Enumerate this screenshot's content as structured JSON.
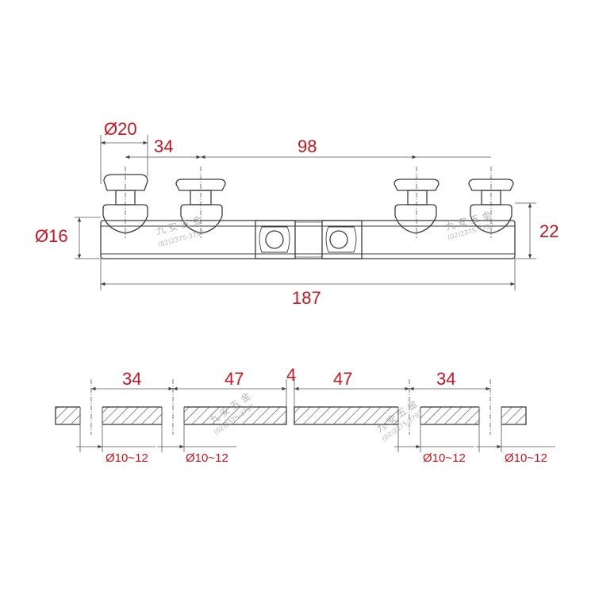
{
  "top_view": {
    "dim_knob_diameter": "Ø20",
    "dim_knob_spacing": "34",
    "dim_inner_spacing": "98",
    "dim_bar_diameter": "Ø16",
    "dim_height": "22",
    "dim_total_length": "187"
  },
  "bottom_view": {
    "dim_left_outer": "34",
    "dim_left_inner": "47",
    "dim_gap": "4",
    "dim_right_inner": "47",
    "dim_right_outer": "34",
    "hole_1": "Ø10~12",
    "hole_2": "Ø10~12",
    "hole_3": "Ø10~12",
    "hole_4": "Ø10~12"
  },
  "watermark": {
    "name": "九 安 五 金",
    "phone": "(02)2375-3797"
  },
  "colors": {
    "dimension_text": "#c8141e",
    "line": "#3c3c3c"
  }
}
